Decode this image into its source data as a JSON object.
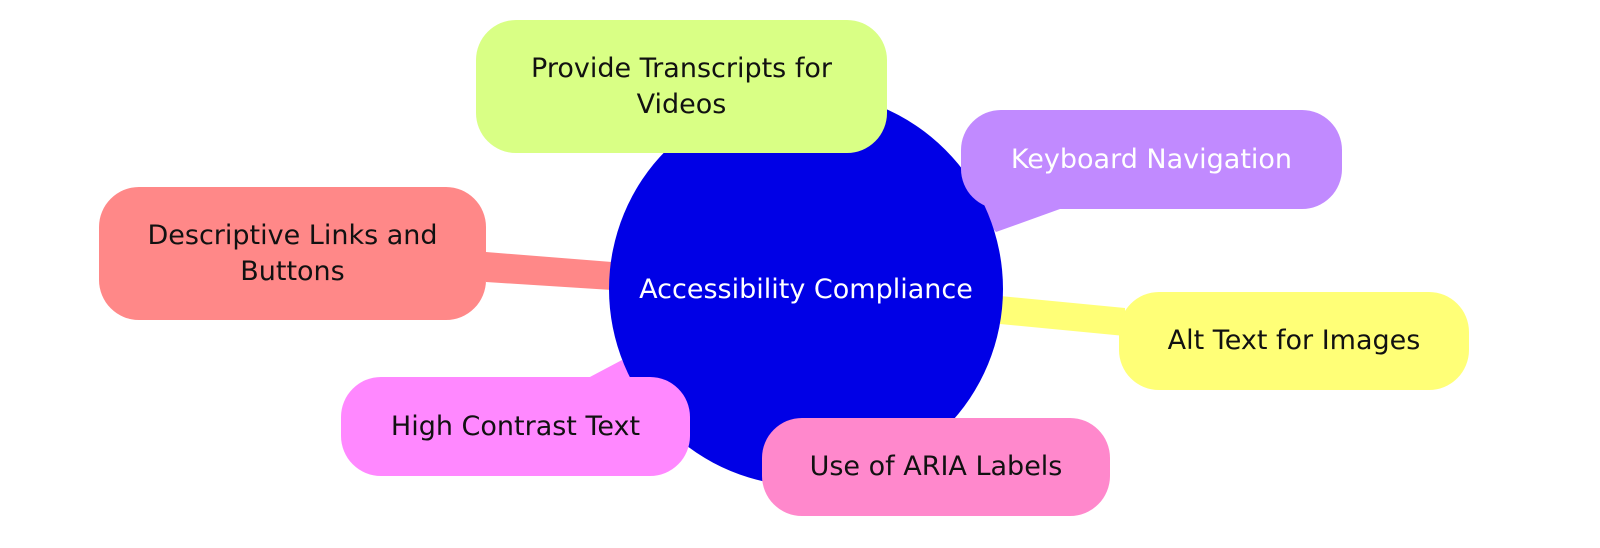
{
  "center": {
    "label": "Accessibility Compliance",
    "color": "#0000e6"
  },
  "nodes": [
    {
      "label": "Provide Transcripts for Videos",
      "color": "#d9ff85"
    },
    {
      "label": "Keyboard Navigation",
      "color": "#c18aff"
    },
    {
      "label": "Descriptive Links and Buttons",
      "color": "#ff8888"
    },
    {
      "label": "Alt Text for Images",
      "color": "#ffff77"
    },
    {
      "label": "High Contrast Text",
      "color": "#ff88ff"
    },
    {
      "label": "Use of ARIA Labels",
      "color": "#ff88cc"
    }
  ]
}
